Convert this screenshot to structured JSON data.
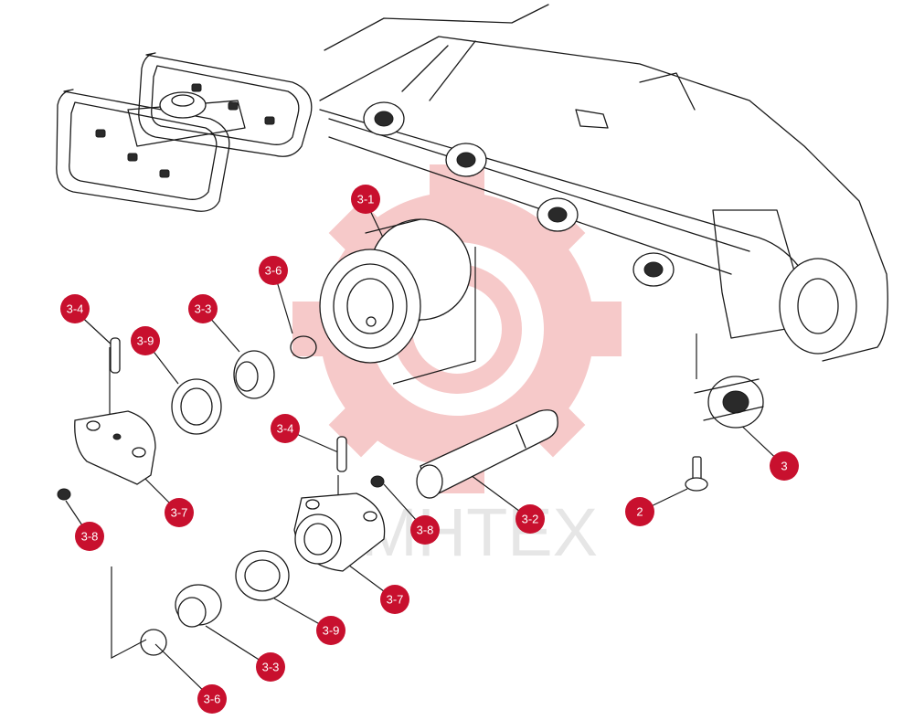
{
  "colors": {
    "callout_fill": "#c8102e",
    "callout_text": "#ffffff",
    "watermark_gear": "#f6c9c9",
    "watermark_text": "#e6e6e6"
  },
  "watermark": {
    "text": "MHTEX"
  },
  "callouts": [
    {
      "id": "3-1",
      "label": "3-1"
    },
    {
      "id": "3-6-top",
      "label": "3-6"
    },
    {
      "id": "3-4-left",
      "label": "3-4"
    },
    {
      "id": "3-3-top",
      "label": "3-3"
    },
    {
      "id": "3-9-left",
      "label": "3-9"
    },
    {
      "id": "3-4-mid",
      "label": "3-4"
    },
    {
      "id": "3-8-right",
      "label": "3-8"
    },
    {
      "id": "3-7-left",
      "label": "3-7"
    },
    {
      "id": "3-8-left",
      "label": "3-8"
    },
    {
      "id": "3-2",
      "label": "3-2"
    },
    {
      "id": "3-7-right",
      "label": "3-7"
    },
    {
      "id": "3-9-bottom",
      "label": "3-9"
    },
    {
      "id": "3-3-bottom",
      "label": "3-3"
    },
    {
      "id": "3-6-bottom",
      "label": "3-6"
    },
    {
      "id": "2",
      "label": "2"
    },
    {
      "id": "3",
      "label": "3"
    }
  ]
}
